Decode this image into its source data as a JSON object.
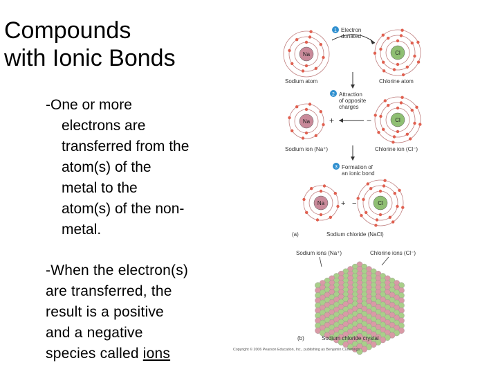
{
  "title": {
    "line1": "Compounds",
    "line2": "with Ionic Bonds"
  },
  "paragraph1": {
    "lines": [
      "-One or more",
      "electrons are",
      "transferred from the",
      "atom(s) of the",
      "metal to the",
      "atom(s) of the non-",
      "metal."
    ]
  },
  "paragraph2": {
    "lines": [
      "-When the electron(s)",
      "are transferred, the",
      "result is a positive",
      "and a negative"
    ],
    "last_prefix": "species called ",
    "last_link": "ions"
  },
  "figure": {
    "step1_num": "1",
    "step1_line1": "Electron",
    "step1_line2": "donated",
    "step2_num": "2",
    "step2_line1": "Attraction",
    "step2_line2": "of opposite",
    "step2_line3": "charges",
    "step3_num": "3",
    "step3_line1": "Formation of",
    "step3_line2": "an ionic bond",
    "na_symbol": "Na",
    "cl_symbol": "Cl",
    "sodium_atom": "Sodium atom",
    "chlorine_atom": "Chlorine atom",
    "sodium_ion": "Sodium ion (Na⁺)",
    "chlorine_ion": "Chlorine ion (Cl⁻)",
    "plus": "+",
    "minus": "−",
    "part_a": "(a)",
    "sodium_chloride": "Sodium chloride (NaCl)",
    "sodium_ions": "Sodium ions (Na⁺)",
    "chlorine_ions": "Chlorine ions (Cl⁻)",
    "part_b": "(b)",
    "crystal_label": "Sodium chloride crystal",
    "copyright": "Copyright © 2006 Pearson Education, Inc., publishing as Benjamin Cummings",
    "colors": {
      "na_fill": "#c98a9a",
      "cl_fill": "#8fbf73",
      "shell": "#c08080",
      "electron": "#e06050",
      "step_badge": "#2f8fcf",
      "crystal_pink": "#d99aa6",
      "crystal_green": "#a9cf8a"
    }
  }
}
